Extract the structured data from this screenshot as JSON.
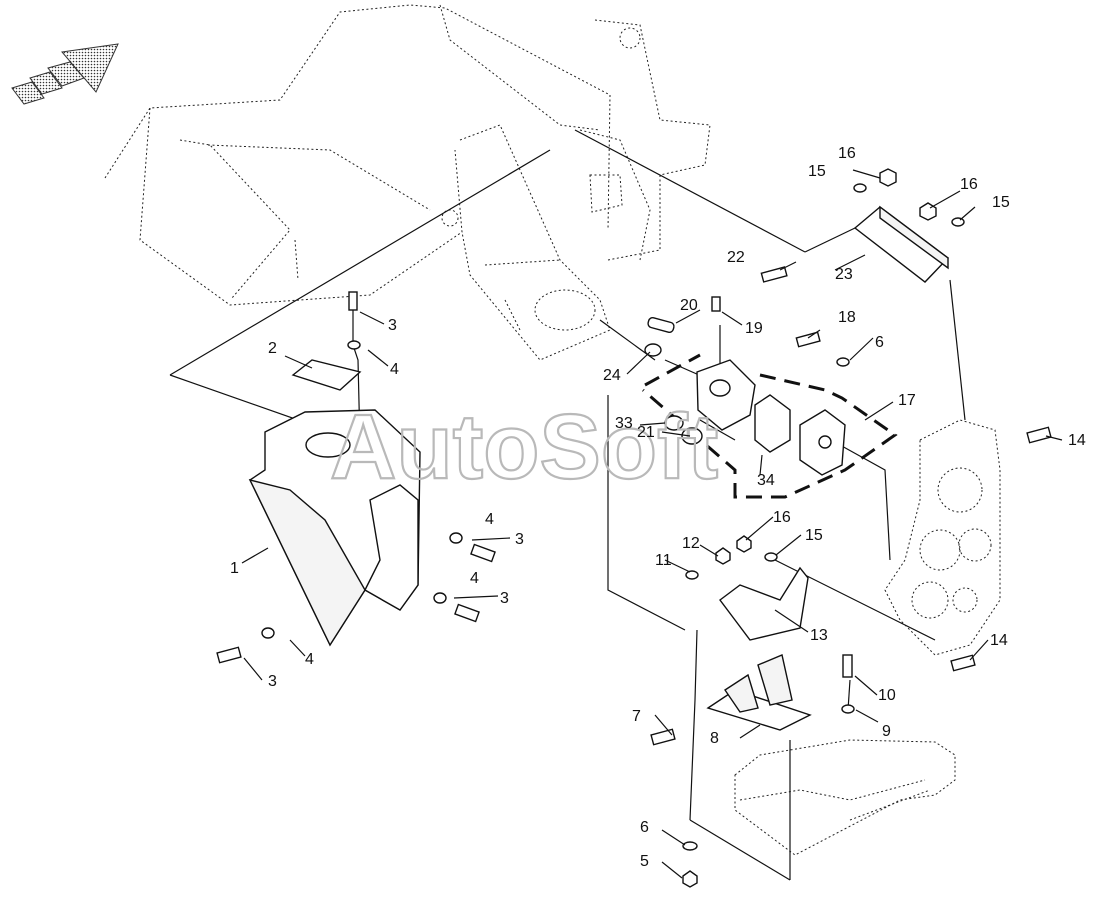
{
  "watermark": "AutoSoft",
  "callouts": {
    "c1": "1",
    "c2": "2",
    "c3a": "3",
    "c3b": "3",
    "c3c": "3",
    "c3d": "3",
    "c4a": "4",
    "c4b": "4",
    "c4c": "4",
    "c4d": "4",
    "c5": "5",
    "c6a": "6",
    "c6b": "6",
    "c7": "7",
    "c8": "8",
    "c9": "9",
    "c10": "10",
    "c11": "11",
    "c12": "12",
    "c13": "13",
    "c14a": "14",
    "c14b": "14",
    "c15a": "15",
    "c15b": "15",
    "c15c": "15",
    "c16a": "16",
    "c16b": "16",
    "c16c": "16",
    "c17": "17",
    "c18": "18",
    "c19": "19",
    "c20": "20",
    "c21": "21",
    "c22": "22",
    "c23": "23",
    "c24": "24",
    "c33": "33",
    "c34": "34"
  }
}
